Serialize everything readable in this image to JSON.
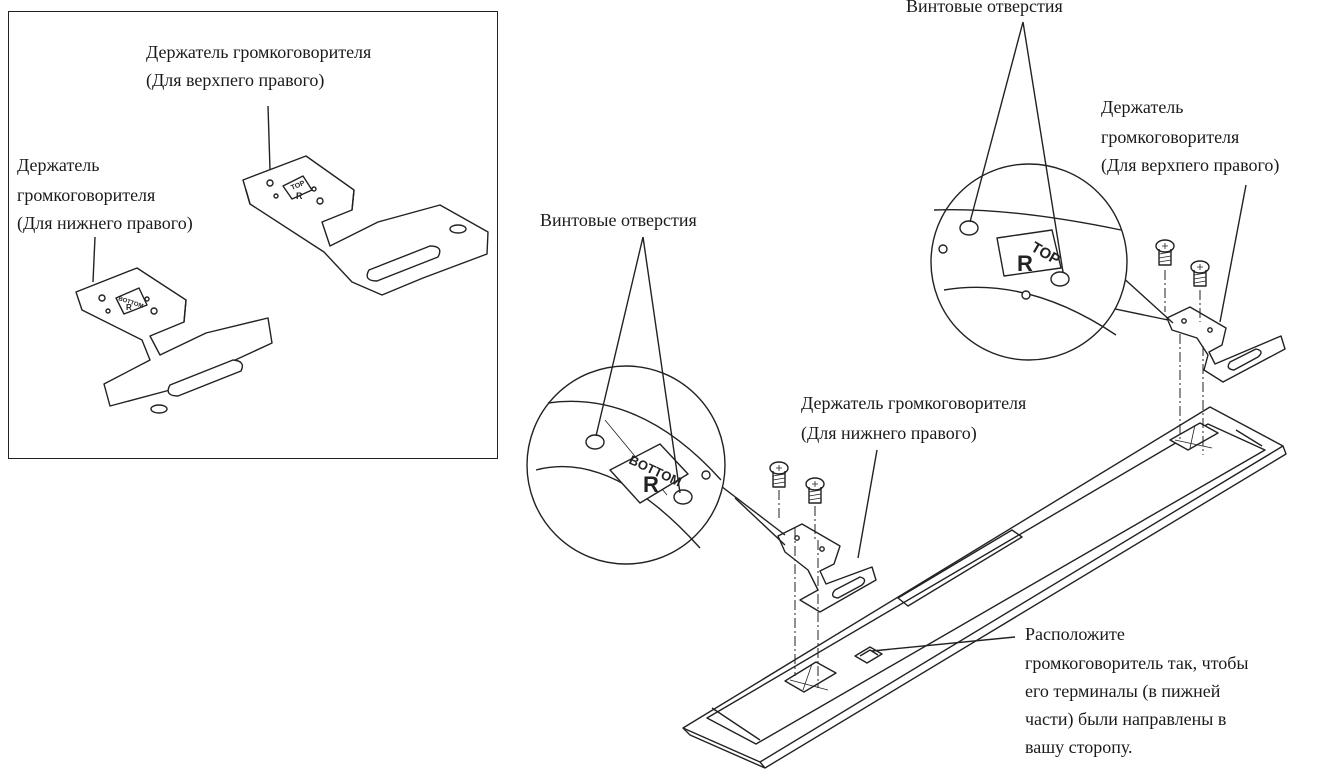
{
  "inset": {
    "top_holder_label": [
      "Держатель громкоговорителя",
      "(Для верхпего правого)"
    ],
    "bottom_holder_label": [
      "Держатель",
      "громкоговорителя",
      "(Для нижнего правого)"
    ],
    "top_plate_marking": [
      "TOP",
      "R"
    ],
    "bottom_plate_marking": [
      "BOTTOM",
      "R"
    ]
  },
  "main": {
    "screw_holes_top_label": "Винтовые отверстия",
    "screw_holes_bottom_label": "Винтовые отверстия",
    "top_holder_label": [
      "Держатель",
      "громкоговорителя",
      "(Для верхпего правого)"
    ],
    "bottom_holder_label": [
      "Держатель громкоговорителя",
      "(Для нижнего правого)"
    ],
    "terminal_note": [
      "Расположите",
      "громкоговоритель так, чтобы",
      "его терминалы (в пижней",
      "части) были направлены в",
      "вашу сторопу."
    ],
    "zoom_top_marking": [
      "TOP",
      "R"
    ],
    "zoom_bottom_marking": [
      "BOTTOM",
      "R"
    ]
  }
}
